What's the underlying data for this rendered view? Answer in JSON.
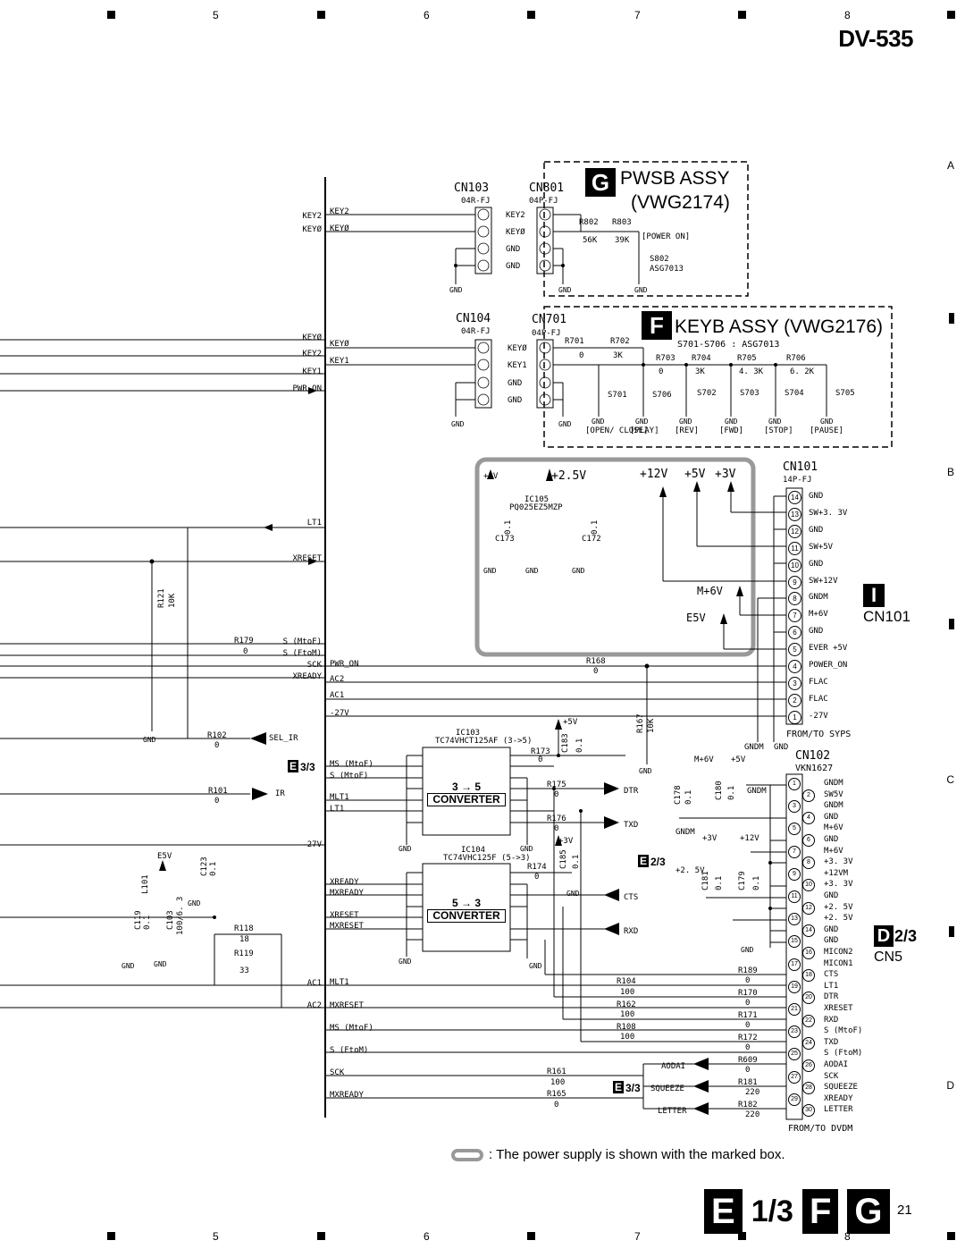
{
  "header": {
    "model": "DV-535"
  },
  "grid": {
    "columns": [
      "5",
      "6",
      "7",
      "8"
    ],
    "rows": [
      "A",
      "B",
      "C",
      "D"
    ]
  },
  "pwsb": {
    "letter": "G",
    "title": "PWSB ASSY",
    "part": "(VWG2174)",
    "cn_left": "CN103",
    "cn_left_type": "04R-FJ",
    "cn_right": "CN801",
    "cn_right_type": "04P-FJ",
    "r802": "R802",
    "r803": "R803",
    "r802_val": "56K",
    "r803_val": "39K",
    "switch_label": "[POWER ON]",
    "switch": "S802",
    "switch_part": "ASG7013"
  },
  "keyb": {
    "letter": "F",
    "title": "KEYB ASSY (VWG2176)",
    "cn_left": "CN104",
    "cn_left_type": "04R-FJ",
    "cn_right": "CN701",
    "cn_right_type": "04P-FJ",
    "switch_note": "S701-S706 : ASG7013",
    "resistors": [
      "R701",
      "R702",
      "R703",
      "R704",
      "R705",
      "R706"
    ],
    "resistor_vals": [
      "0",
      "3K",
      "0",
      "3K",
      "4. 3K",
      "6. 2K"
    ],
    "switches": [
      "S701",
      "S706",
      "S702",
      "S703",
      "S704",
      "S705"
    ],
    "functions": [
      "[OPEN/ CLOSE]",
      "[PLAY]",
      "[REV]",
      "[FWD]",
      "[STOP]",
      "[PAUSE]"
    ]
  },
  "power_box": {
    "plus3": "+3V",
    "plus25": "+2.5V",
    "plus12": "+12V",
    "plus5": "+5V",
    "plus3b": "+3V",
    "ic": "IC105",
    "ic_part": "PQ025EZ5MZP",
    "c173": "C173",
    "c173_val": "0.1",
    "c172": "C172",
    "c172_val": "0.1",
    "m6v": "M+6V",
    "e5v": "E5V"
  },
  "cn101": {
    "name": "CN101",
    "type": "14P-FJ",
    "pins": [
      "GND",
      "SW+3. 3V",
      "GND",
      "SW+5V",
      "GND",
      "SW+12V",
      "GNDM",
      "M+6V",
      "GND",
      "EVER +5V",
      "POWER_ON",
      "FLAC",
      "FLAC",
      "-27V"
    ],
    "side_label": "CN101",
    "side_letter": "I",
    "from_to": "FROM/TO SYPS"
  },
  "cn102": {
    "name": "CN102",
    "type": "VKN1627",
    "pins": [
      "GNDM",
      "SW5V",
      "GNDM",
      "GND",
      "M+6V",
      "GND",
      "M+6V",
      "+3. 3V",
      "+12VM",
      "+3. 3V",
      "GND",
      "+2. 5V",
      "+2. 5V",
      "GND",
      "GND",
      "MICON2",
      "MICON1",
      "CTS",
      "LT1",
      "DTR",
      "XRESET",
      "RXD",
      "S (MtoF)",
      "TXD",
      "S (FtoM)",
      "AODAI",
      "SCK",
      "SQUEEZE",
      "XREADY",
      "LETTER"
    ],
    "side_label": "CN5",
    "side_badge": "D",
    "side_frac": "2/3",
    "from_to": "FROM/TO DVDM"
  },
  "left_signals": [
    "KEY2",
    "KEYØ",
    "KEYØ",
    "KEY2",
    "KEY1",
    "PWR_ON",
    "LT1",
    "XRESET",
    "S (MtoF)",
    "S (FtoM)",
    "SCK",
    "XREADY",
    "-27V",
    "AC1",
    "AC2"
  ],
  "bus_signals": [
    "KEY2",
    "KEYØ",
    "KEYØ",
    "KEY1",
    "PWR_ON",
    "AC2",
    "AC1",
    "-27V",
    "MS (MtoF)",
    "S (MtoF)",
    "MLT1",
    "LT1",
    "XREADY",
    "MXREADY",
    "XRESET",
    "MXRESET",
    "MLT1",
    "MXRESET",
    "MS (MtoF)",
    "S (FtoM)",
    "SCK",
    "MXREADY"
  ],
  "ic103": {
    "name": "IC103",
    "part": "TC74VHCT125AF (3->5)",
    "label_top": "3 → 5",
    "label_bot": "CONVERTER"
  },
  "ic104": {
    "name": "IC104",
    "part": "TC74VHC125F (5->3)",
    "label_top": "5 → 3",
    "label_bot": "CONVERTER"
  },
  "misc_parts": {
    "r121": "R121",
    "r121_val": "10K",
    "r179": "R179",
    "r179_val": "0",
    "r102": "R102",
    "r102_val": "0",
    "sel_ir": "SEL_IR",
    "r101": "R101",
    "r101_val": "0",
    "ir": "IR",
    "e5v": "E5V",
    "l101": "L101",
    "c123": "C123",
    "c123_val": "0.1",
    "c119": "C119",
    "c119_val": "0.1",
    "c103": "C103",
    "c103_val": "100/6. 3",
    "r118": "R118",
    "r118_val": "18",
    "r119": "R119",
    "r119_val": "33",
    "r168": "R168",
    "r168_val": "0",
    "r167": "R167",
    "r167_val": "10K",
    "r173": "R173",
    "r173_val": "0",
    "c183": "C183",
    "c183_val": "0.1",
    "r175": "R175",
    "r175_val": "0",
    "r176": "R176",
    "r176_val": "0",
    "r174": "R174",
    "r174_val": "0",
    "c185": "C185",
    "c185_val": "0.1",
    "dtr": "DTR",
    "txd": "TXD",
    "cts": "CTS",
    "rxd": "RXD",
    "aodai": "AODAI",
    "squeeze": "SQUEEZE",
    "letter": "LETTER",
    "r104": "R104",
    "r104_val": "100",
    "r162": "R162",
    "r162_val": "100",
    "r108": "R108",
    "r108_val": "100",
    "r161": "R161",
    "r161_val": "100",
    "r165": "R165",
    "r165_val": "0",
    "r189": "R189",
    "r189_val": "0",
    "r170": "R170",
    "r170_val": "0",
    "r171": "R171",
    "r171_val": "0",
    "r172": "R172",
    "r172_val": "0",
    "r609": "R609",
    "r609_val": "0",
    "r181": "R181",
    "r181_val": "220",
    "r182": "R182",
    "r182_val": "220",
    "c178": "C178",
    "c178_val": "0.1",
    "c180": "C180",
    "c180_val": "0.1",
    "c181": "C181",
    "c181_val": "0.1",
    "c179": "C179",
    "c179_val": "0.1",
    "gnd": "GND",
    "gndm": "GNDM",
    "plus5v": "+5V",
    "plus3v": "+3V",
    "plus12v": "+12V",
    "plus25v": "+2. 5V",
    "m6v": "M+6V"
  },
  "xref": {
    "e33": "3/3",
    "e23": "2/3",
    "e33b": "3/3",
    "e_letter": "E"
  },
  "legend": {
    "text": ": The power supply is shown with the marked box."
  },
  "footer": {
    "e": "E",
    "frac": "1/3",
    "f": "F",
    "g": "G",
    "page": "21"
  }
}
